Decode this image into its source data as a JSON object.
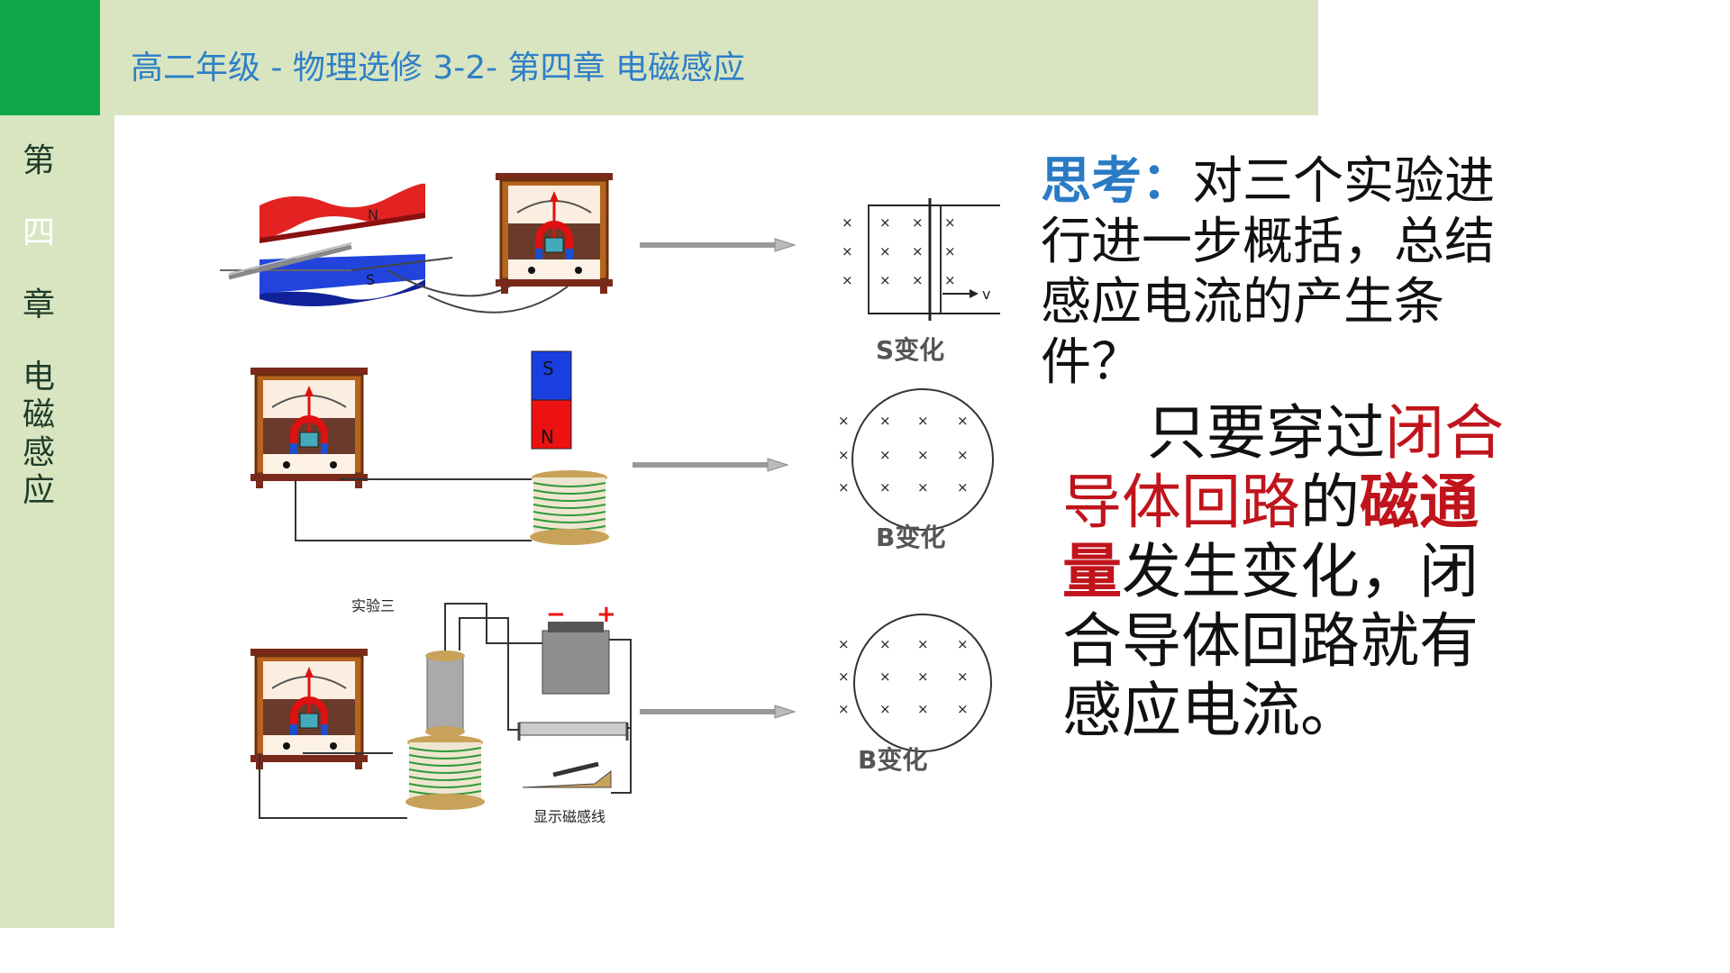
{
  "header": {
    "title": "高二年级 - 物理选修 3-2- 第四章 电磁感应"
  },
  "sidebar": {
    "chars": [
      "第",
      "四",
      "章",
      "电",
      "磁",
      "感",
      "应"
    ]
  },
  "figure": {
    "exp1_label": "S变化",
    "exp2_label": "B变化",
    "exp3_label": "B变化",
    "exp3_title": "实验三",
    "exp3_caption": "显示磁感线",
    "pole_n": "N",
    "pole_s": "S",
    "velocity_label": "v",
    "battery_minus": "−",
    "battery_plus": "+",
    "cross_mark": "×"
  },
  "think": {
    "lead": "思考：",
    "text": "对三个实验进行进一步概括，总结感应电流的产生条件？"
  },
  "conclusion": {
    "p1": "只要穿过",
    "p2": "闭合导体回路",
    "p3": "的",
    "p4": "磁通量",
    "p5": "发生变化，闭合导体回路就有感应电流。"
  },
  "colors": {
    "accent_green": "#0ea84a",
    "panel_green": "#d9e5c0",
    "title_blue": "#2e7fc7",
    "emphasis_red": "#c0141c"
  }
}
